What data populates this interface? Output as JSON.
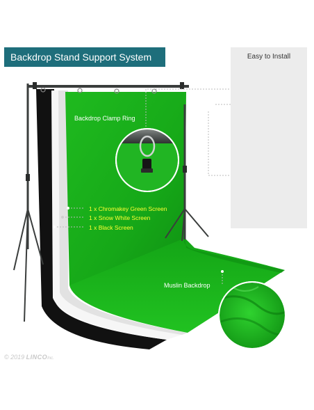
{
  "header": {
    "title": "Backdrop Stand Support System",
    "accent_color": "#1e6e7b"
  },
  "install_panel": {
    "title": "Easy to Install",
    "icons": [
      "pipe-joint-icon",
      "arrow-right-icon",
      "arrow-left-icon",
      "wing-nut-icon",
      "arrow-down-icon"
    ]
  },
  "labels": {
    "clamp_ring": "Backdrop Clamp Ring",
    "muslin": "Muslin Backdrop"
  },
  "screens": [
    {
      "text": "1 x  Chromakey Green Screen",
      "color": "#19b21a"
    },
    {
      "text": "1 x  Snow White Screen",
      "color": "#ffffff"
    },
    {
      "text": "1 x  Black Screen",
      "color": "#111111"
    }
  ],
  "footer": {
    "year": "© 2019",
    "brand": "LINCO",
    "suffix": "Inc."
  }
}
